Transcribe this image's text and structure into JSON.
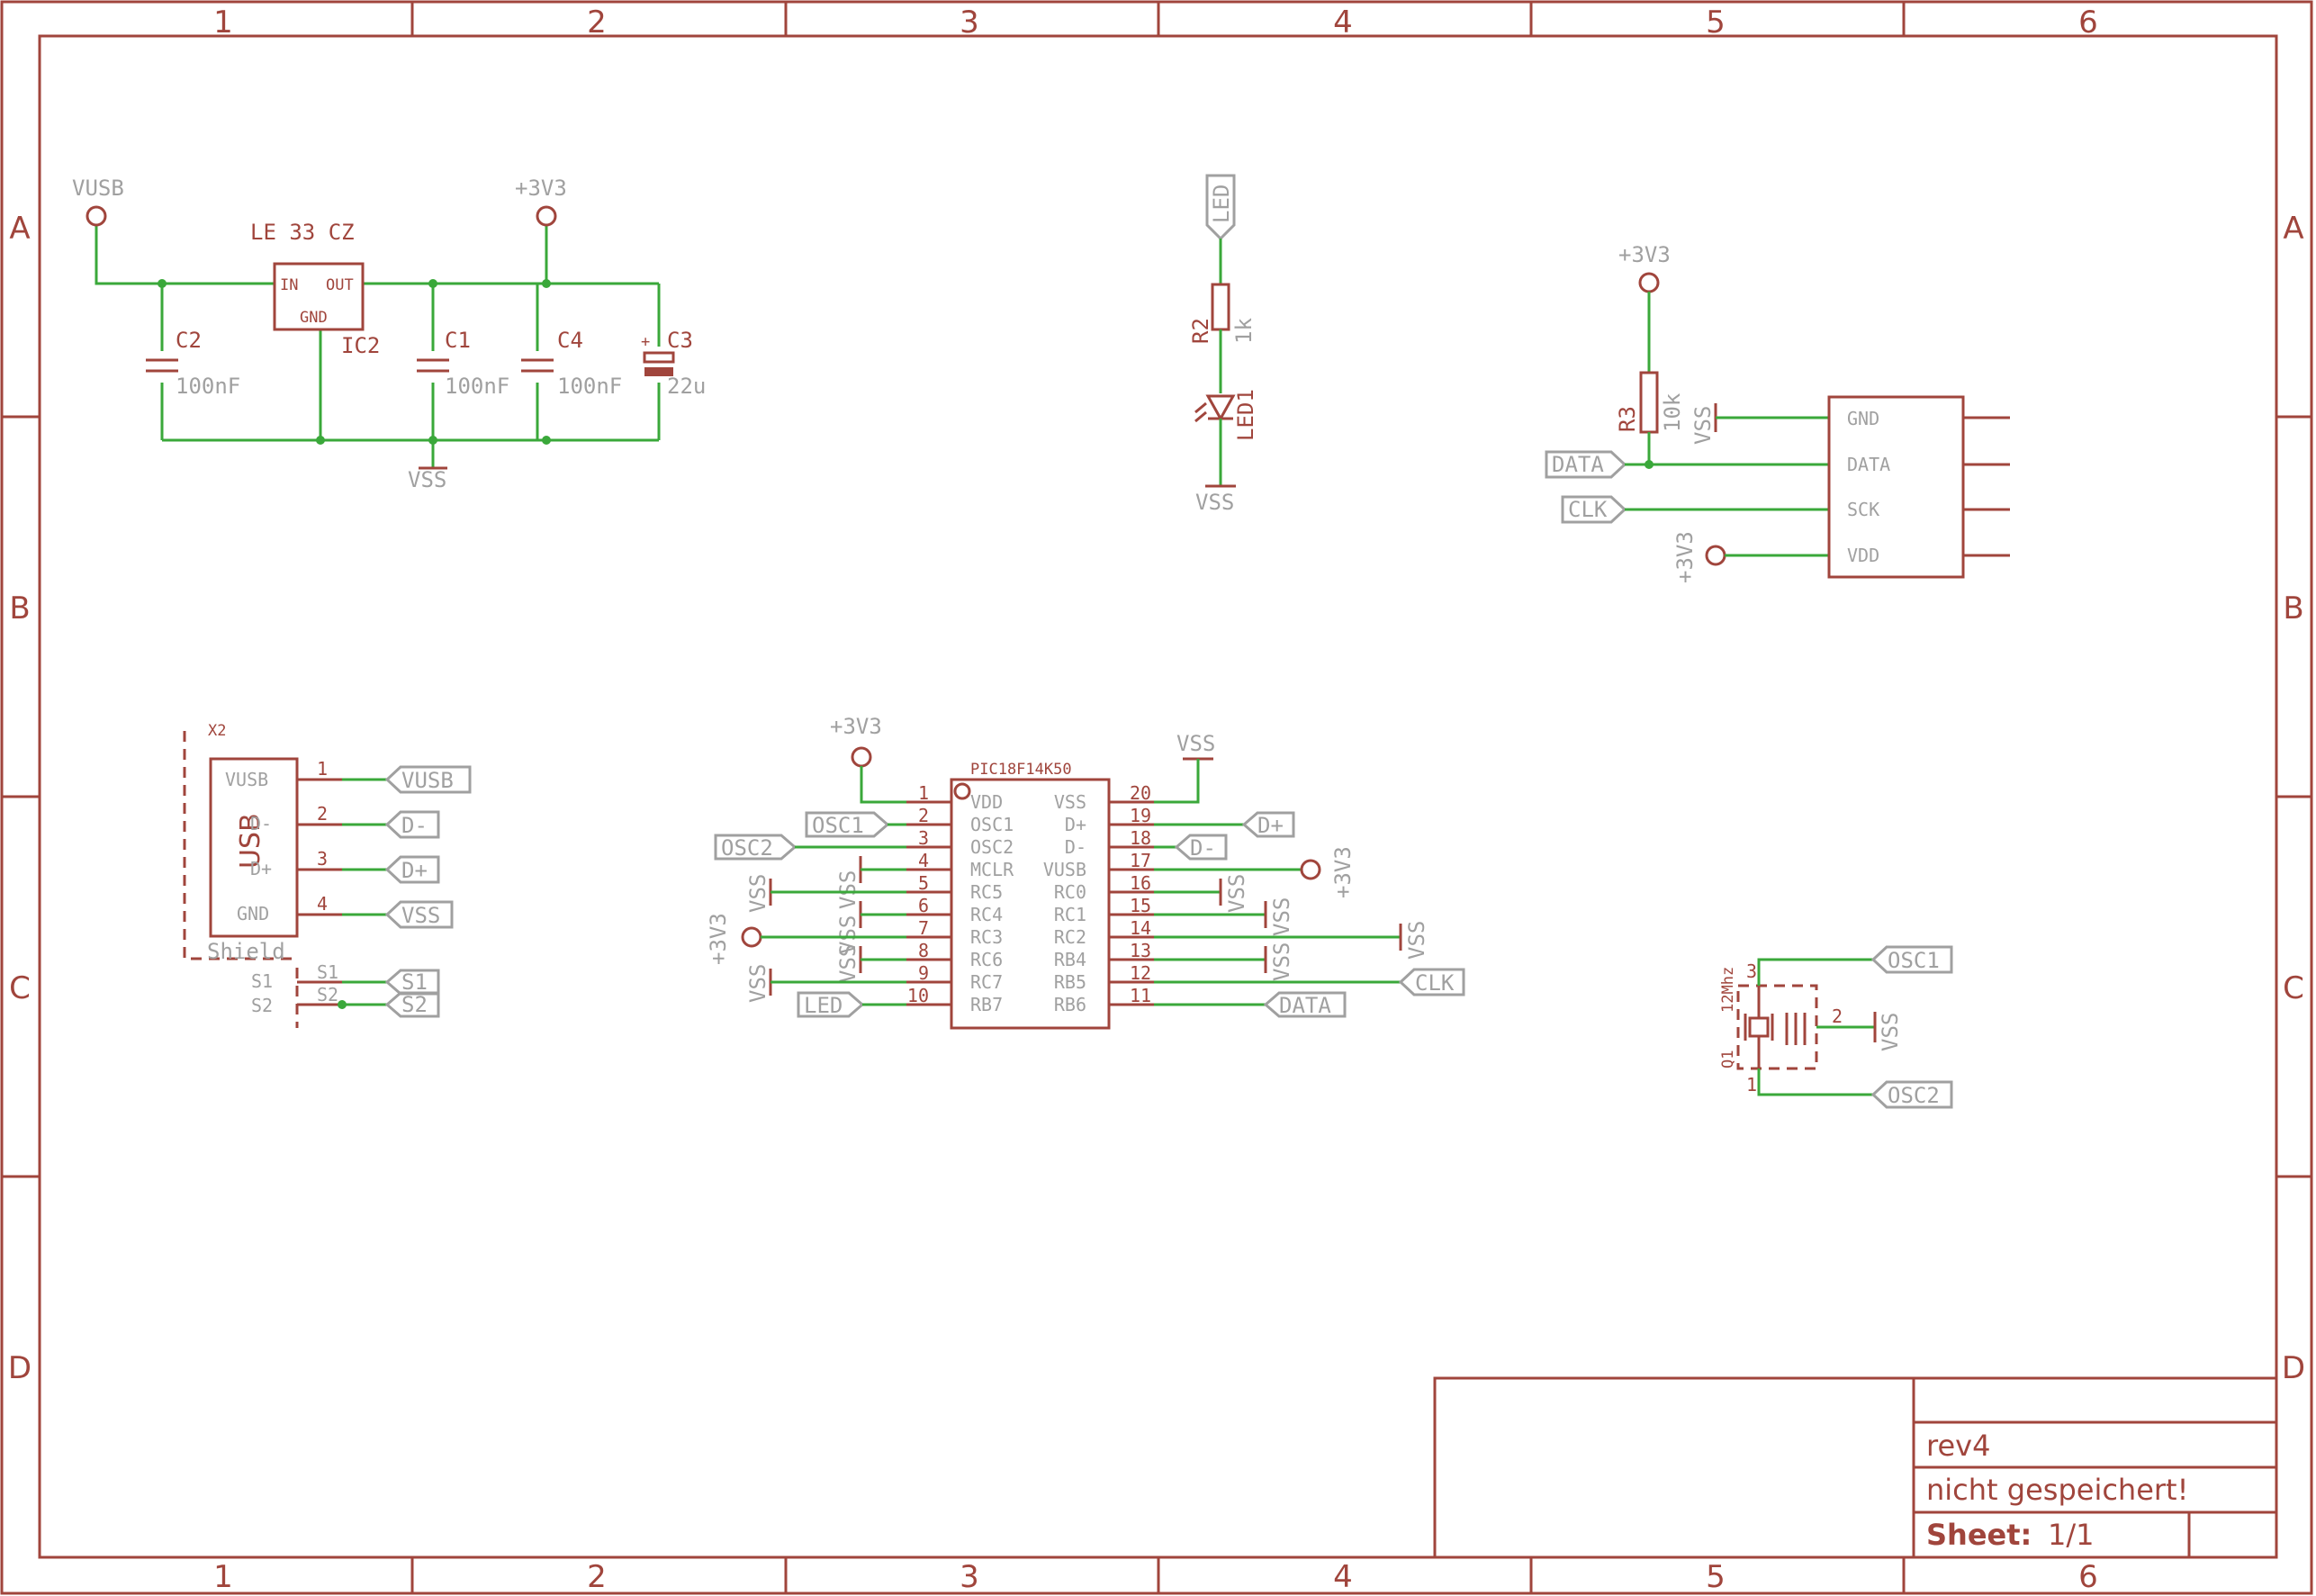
{
  "frame": {
    "columns": [
      "1",
      "2",
      "3",
      "4",
      "5",
      "6"
    ],
    "rows": [
      "A",
      "B",
      "C",
      "D"
    ]
  },
  "regulator": {
    "vusb_label": "VUSB",
    "v33_label": "+3V3",
    "ic_value": "LE 33 CZ",
    "ic_name": "IC2",
    "pin_in": "IN",
    "pin_out": "OUT",
    "pin_gnd": "GND",
    "c2": {
      "name": "C2",
      "value": "100nF"
    },
    "c1": {
      "name": "C1",
      "value": "100nF"
    },
    "c4": {
      "name": "C4",
      "value": "100nF"
    },
    "c3": {
      "name": "C3",
      "value": "22u",
      "polarity": "+"
    },
    "vss_label": "VSS"
  },
  "led_circuit": {
    "net_label": "LED",
    "r2": {
      "name": "R2",
      "value": "1k"
    },
    "led_name": "LED1",
    "vss_label": "VSS"
  },
  "sensor": {
    "v33_label": "+3V3",
    "r3": {
      "name": "R3",
      "value": "10k"
    },
    "vss_label": "VSS",
    "data_net": "DATA",
    "clk_net": "CLK",
    "vdd_supply": "+3V3",
    "pins": [
      "GND",
      "DATA",
      "SCK",
      "VDD"
    ]
  },
  "usb": {
    "name": "X2",
    "body_label": "USB",
    "shield_label": "Shield",
    "pins": [
      {
        "label": "VUSB",
        "num": "1",
        "net": "VUSB"
      },
      {
        "label": "D-",
        "num": "2",
        "net": "D-"
      },
      {
        "label": "D+",
        "num": "3",
        "net": "D+"
      },
      {
        "label": "GND",
        "num": "4",
        "net": "VSS"
      }
    ],
    "shield_pins": [
      {
        "left": "S1",
        "right": "S1",
        "net": "S1"
      },
      {
        "left": "S2",
        "right": "S2",
        "net": "S2"
      }
    ]
  },
  "mcu": {
    "name": "PIC18F14K50",
    "v33_label": "+3V3",
    "vss_top": "VSS",
    "left_pins": [
      {
        "num": "1",
        "name": "VDD"
      },
      {
        "num": "2",
        "name": "OSC1"
      },
      {
        "num": "3",
        "name": "OSC2"
      },
      {
        "num": "4",
        "name": "MCLR"
      },
      {
        "num": "5",
        "name": "RC5"
      },
      {
        "num": "6",
        "name": "RC4"
      },
      {
        "num": "7",
        "name": "RC3"
      },
      {
        "num": "8",
        "name": "RC6"
      },
      {
        "num": "9",
        "name": "RC7"
      },
      {
        "num": "10",
        "name": "RB7"
      }
    ],
    "right_pins": [
      {
        "num": "20",
        "name": "VSS"
      },
      {
        "num": "19",
        "name": "D+"
      },
      {
        "num": "18",
        "name": "D-"
      },
      {
        "num": "17",
        "name": "VUSB"
      },
      {
        "num": "16",
        "name": "RC0"
      },
      {
        "num": "15",
        "name": "RC1"
      },
      {
        "num": "14",
        "name": "RC2"
      },
      {
        "num": "13",
        "name": "RB4"
      },
      {
        "num": "12",
        "name": "RB5"
      },
      {
        "num": "11",
        "name": "RB6"
      }
    ],
    "nets": {
      "osc1": "OSC1",
      "osc2": "OSC2",
      "led": "LED",
      "dplus": "D+",
      "dminus": "D-",
      "clk": "CLK",
      "data": "DATA",
      "vss": "VSS",
      "v33": "+3V3"
    }
  },
  "crystal": {
    "name": "Q1",
    "value": "12Mhz",
    "pin1": "1",
    "pin2": "2",
    "pin3": "3",
    "osc1_net": "OSC1",
    "osc2_net": "OSC2",
    "vss_label": "VSS"
  },
  "title_block": {
    "revision": "rev4",
    "file": "nicht gespeichert!",
    "sheet_label": "Sheet:",
    "sheet_value": "1/1"
  },
  "colors": {
    "symbol": "#a0453c",
    "wire": "#3aa83a",
    "net_label": "#a0a0a0"
  }
}
